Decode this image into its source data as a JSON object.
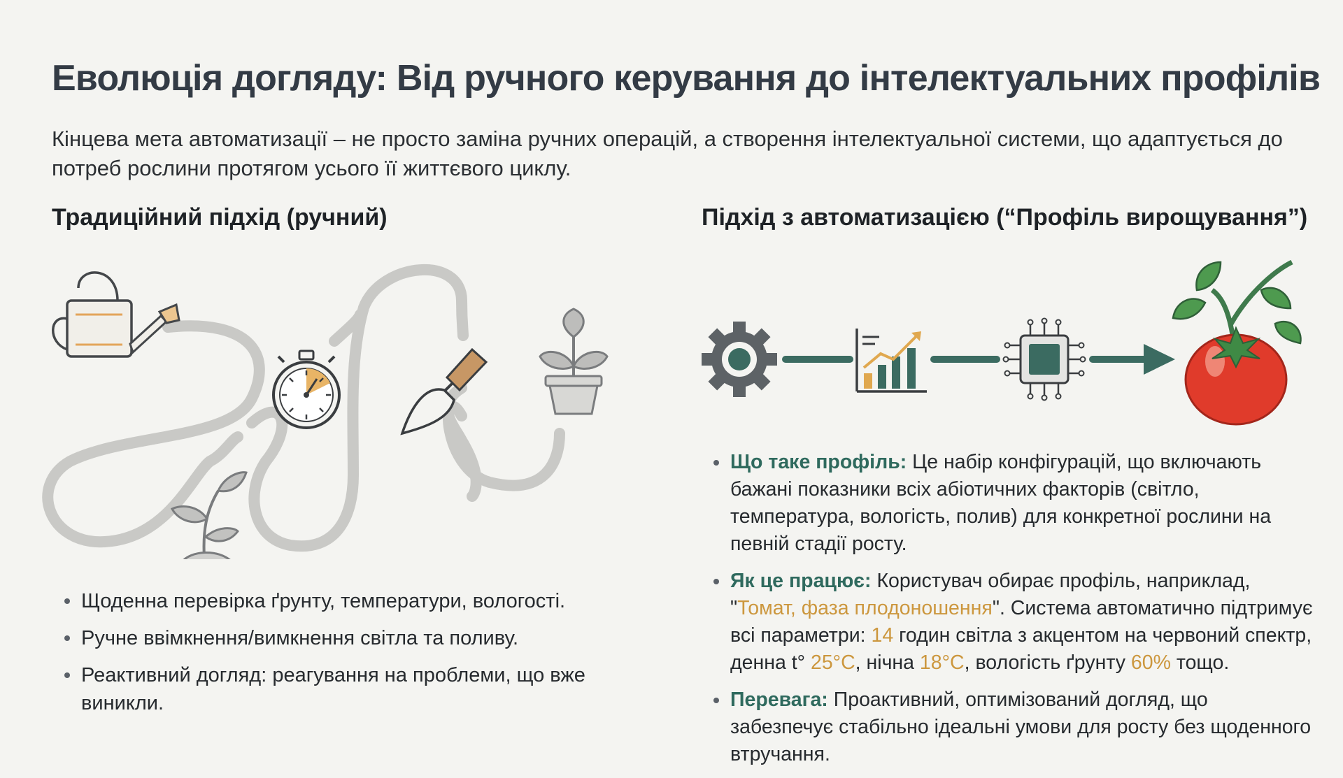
{
  "title": "Еволюція догляду: Від ручного керування до інтелектуальних профілів",
  "subtitle": "Кінцева мета автоматизації – не просто заміна ручних операцій, а створення інтелектуальної системи, що адаптується до потреб рослини протягом усього її життєвого циклу.",
  "traditional": {
    "heading": "Традиційний підхід (ручний)",
    "bullets": [
      "Щоденна перевірка ґрунту, температури, вологості.",
      "Ручне ввімкнення/вимкнення світла та поливу.",
      "Реактивний догляд: реагування на проблеми, що вже виникли."
    ]
  },
  "automated": {
    "heading": "Підхід з автоматизацією (“Профіль вирощування”)",
    "items": [
      {
        "label": "Що таке профіль:",
        "text": " Це набір конфігурацій, що включають бажані показники всіх абіотичних факторів (світло, температура, вологість, полив) для конкретної рослини на певній стадії росту."
      },
      {
        "label": "Як це працює:",
        "t1": " Користувач обирає профіль, наприклад, \"",
        "v1": "Томат, фаза плодоношення",
        "t2": "\". Система автоматично підтримує всі параметри: ",
        "v2": "14",
        "t3": " годин світла з акцентом на червоний спектр, денна t° ",
        "v3": "25°C",
        "t4": ", нічна ",
        "v4": "18°C",
        "t5": ", вологість ґрунту ",
        "v5": "60%",
        "t6": " тощо."
      },
      {
        "label": "Перевага:",
        "text": " Проактивний, оптимізований догляд, що забезпечує стабільно ідеальні умови для росту без щоденного втручання."
      }
    ]
  },
  "icons": {
    "left": [
      "watering-can-icon",
      "stopwatch-icon",
      "trowel-icon",
      "potted-plant-icon",
      "sprout-icon"
    ],
    "right": [
      "gear-icon",
      "growth-chart-icon",
      "microchip-icon",
      "tomato-icon"
    ]
  },
  "colors": {
    "title": "#333b45",
    "accent_green": "#2f6a5e",
    "highlight_orange": "#cc973e",
    "tomato_red": "#e03b2b",
    "path_gray": "#c9c9c6"
  }
}
